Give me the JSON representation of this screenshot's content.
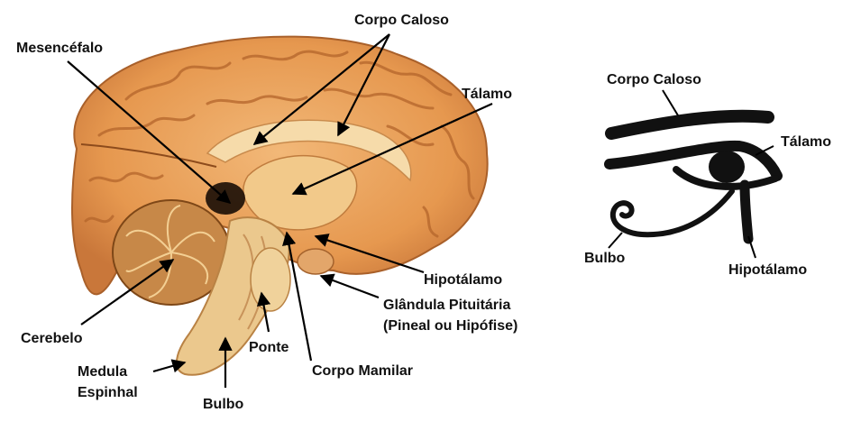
{
  "brain_labels": {
    "corpo_caloso": "Corpo Caloso",
    "mesencefalo": "Mesencéfalo",
    "talamo": "Tálamo",
    "hipotalamo": "Hipotálamo",
    "glandula_line1": "Glândula Pituitária",
    "glandula_line2": "(Pineal ou Hipófise)",
    "cerebelo": "Cerebelo",
    "ponte": "Ponte",
    "corpo_mamilar": "Corpo Mamilar",
    "medula_line1": "Medula",
    "medula_line2": "Espinhal",
    "bulbo": "Bulbo"
  },
  "eye_labels": {
    "corpo_caloso": "Corpo Caloso",
    "talamo": "Tálamo",
    "bulbo": "Bulbo",
    "hipotalamo": "Hipotálamo"
  },
  "colors": {
    "cortex": "#e9a05e",
    "cortex_dark": "#b8652a",
    "inner": "#f4d39b",
    "stem": "#e8c488",
    "cerebellum": "#c98a4e",
    "eye_ink": "#111111"
  }
}
